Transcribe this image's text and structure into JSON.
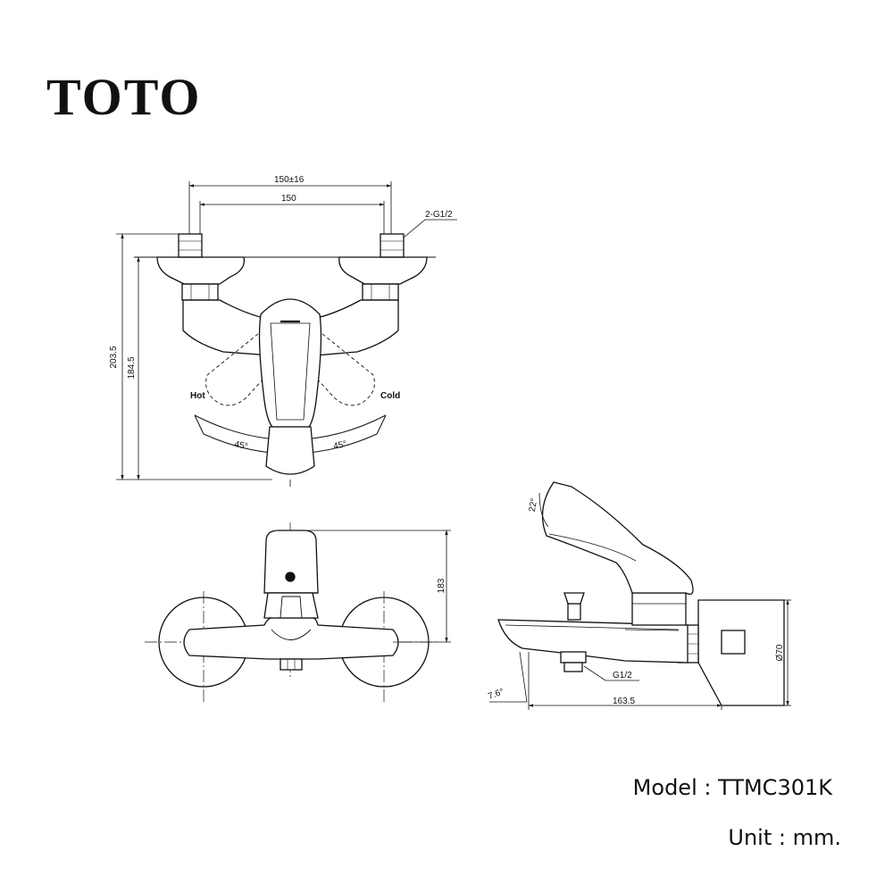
{
  "brand": {
    "logo_text": "TOTO"
  },
  "front_view": {
    "dim_top": "150±16",
    "dim_inner": "150",
    "thread": "2-G1/2",
    "height_total": "203.5",
    "height_body": "184.5",
    "hot_label": "Hot",
    "cold_label": "Cold",
    "angle_left": "45°",
    "angle_right": "45°"
  },
  "bottom_view": {
    "height": "183"
  },
  "side_view": {
    "angle_top": "22°",
    "angle_spout": "7.6°",
    "thread": "G1/2",
    "depth": "163.5",
    "diameter": "Ø70"
  },
  "info": {
    "model_label": "Model",
    "model_sep": " : ",
    "model_value": "TTMC301K",
    "unit_label": "Unit",
    "unit_sep": " : ",
    "unit_value": "mm."
  }
}
